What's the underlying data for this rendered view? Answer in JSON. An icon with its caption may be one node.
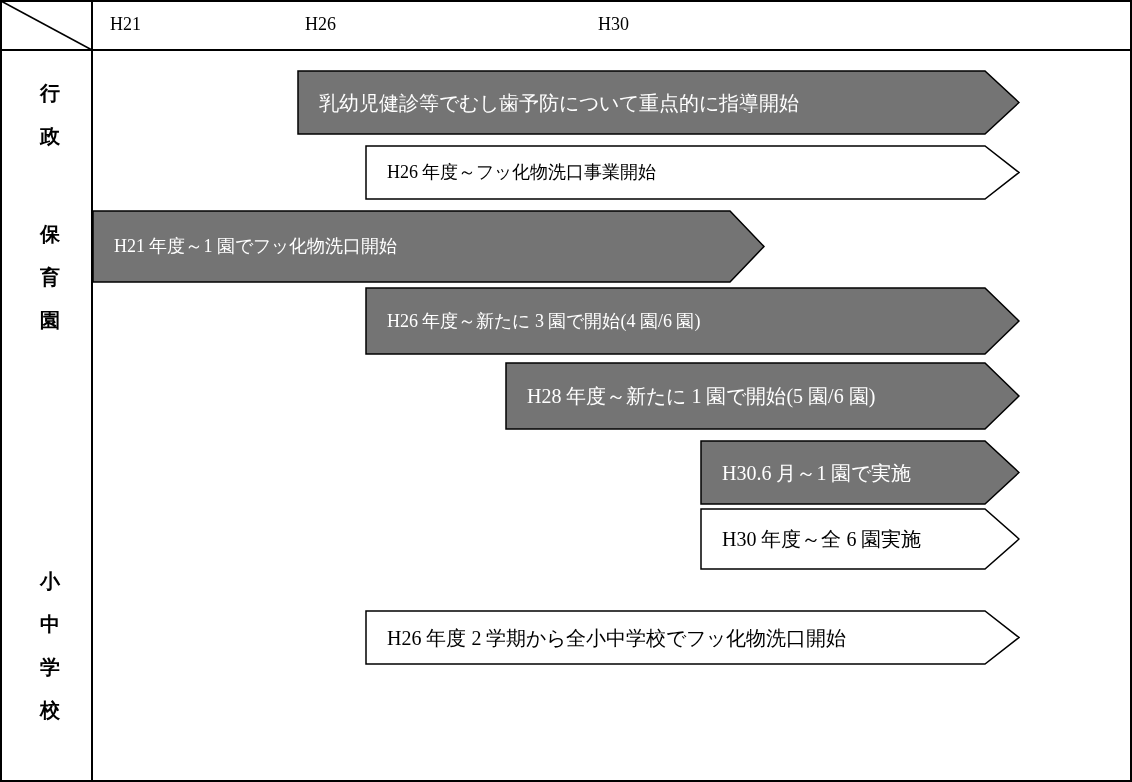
{
  "diagram": {
    "nodes": [
      {
        "text": [
          "乳幼児健診等でむし歯予防について重点的に指導開始"
        ]
      },
      {
        "text": [
          "H26 年度～フッ化物洗口事業開始"
        ]
      },
      {
        "text": [
          "H21 年度～1 園でフッ化物洗口開始"
        ]
      },
      {
        "text": [
          "H26 年度～新たに 3 園で開始(4 園/6 園)"
        ]
      },
      {
        "text": [
          "H28 年度～新たに 1 園で開始(5 園/6 園)"
        ]
      },
      {
        "text": [
          "H30.6 月～1 園で実施"
        ]
      },
      {
        "text": [
          "H30 年度～全 6 園実施"
        ]
      },
      {
        "text": [
          "H26 年度 2 学期から全小中学校でフッ化物洗口開始"
        ]
      }
    ],
    "labels": [
      "H21",
      "H26",
      "H30",
      "行政",
      "保育園",
      "小中学校"
    ]
  }
}
